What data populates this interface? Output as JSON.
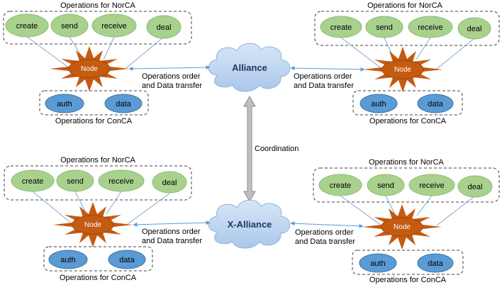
{
  "labels": {
    "ops_norca": "Operations for NorCA",
    "ops_conca": "Operations for ConCA",
    "node": "Node",
    "ops_order": "Operations order",
    "data_transfer": "and Data transfer",
    "coordination": "Coordination",
    "alliance": "Alliance",
    "x_alliance": "X-Alliance",
    "op_create": "create",
    "op_send": "send",
    "op_receive": "receive",
    "op_deal": "deal",
    "op_auth": "auth",
    "op_data": "data"
  },
  "colors": {
    "green_fill": "#a9d18e",
    "blue_fill": "#5b9bd5",
    "node_fill": "#c55a11",
    "cloud_fill": "#c9ddf3",
    "connector": "#7fa7cf"
  }
}
